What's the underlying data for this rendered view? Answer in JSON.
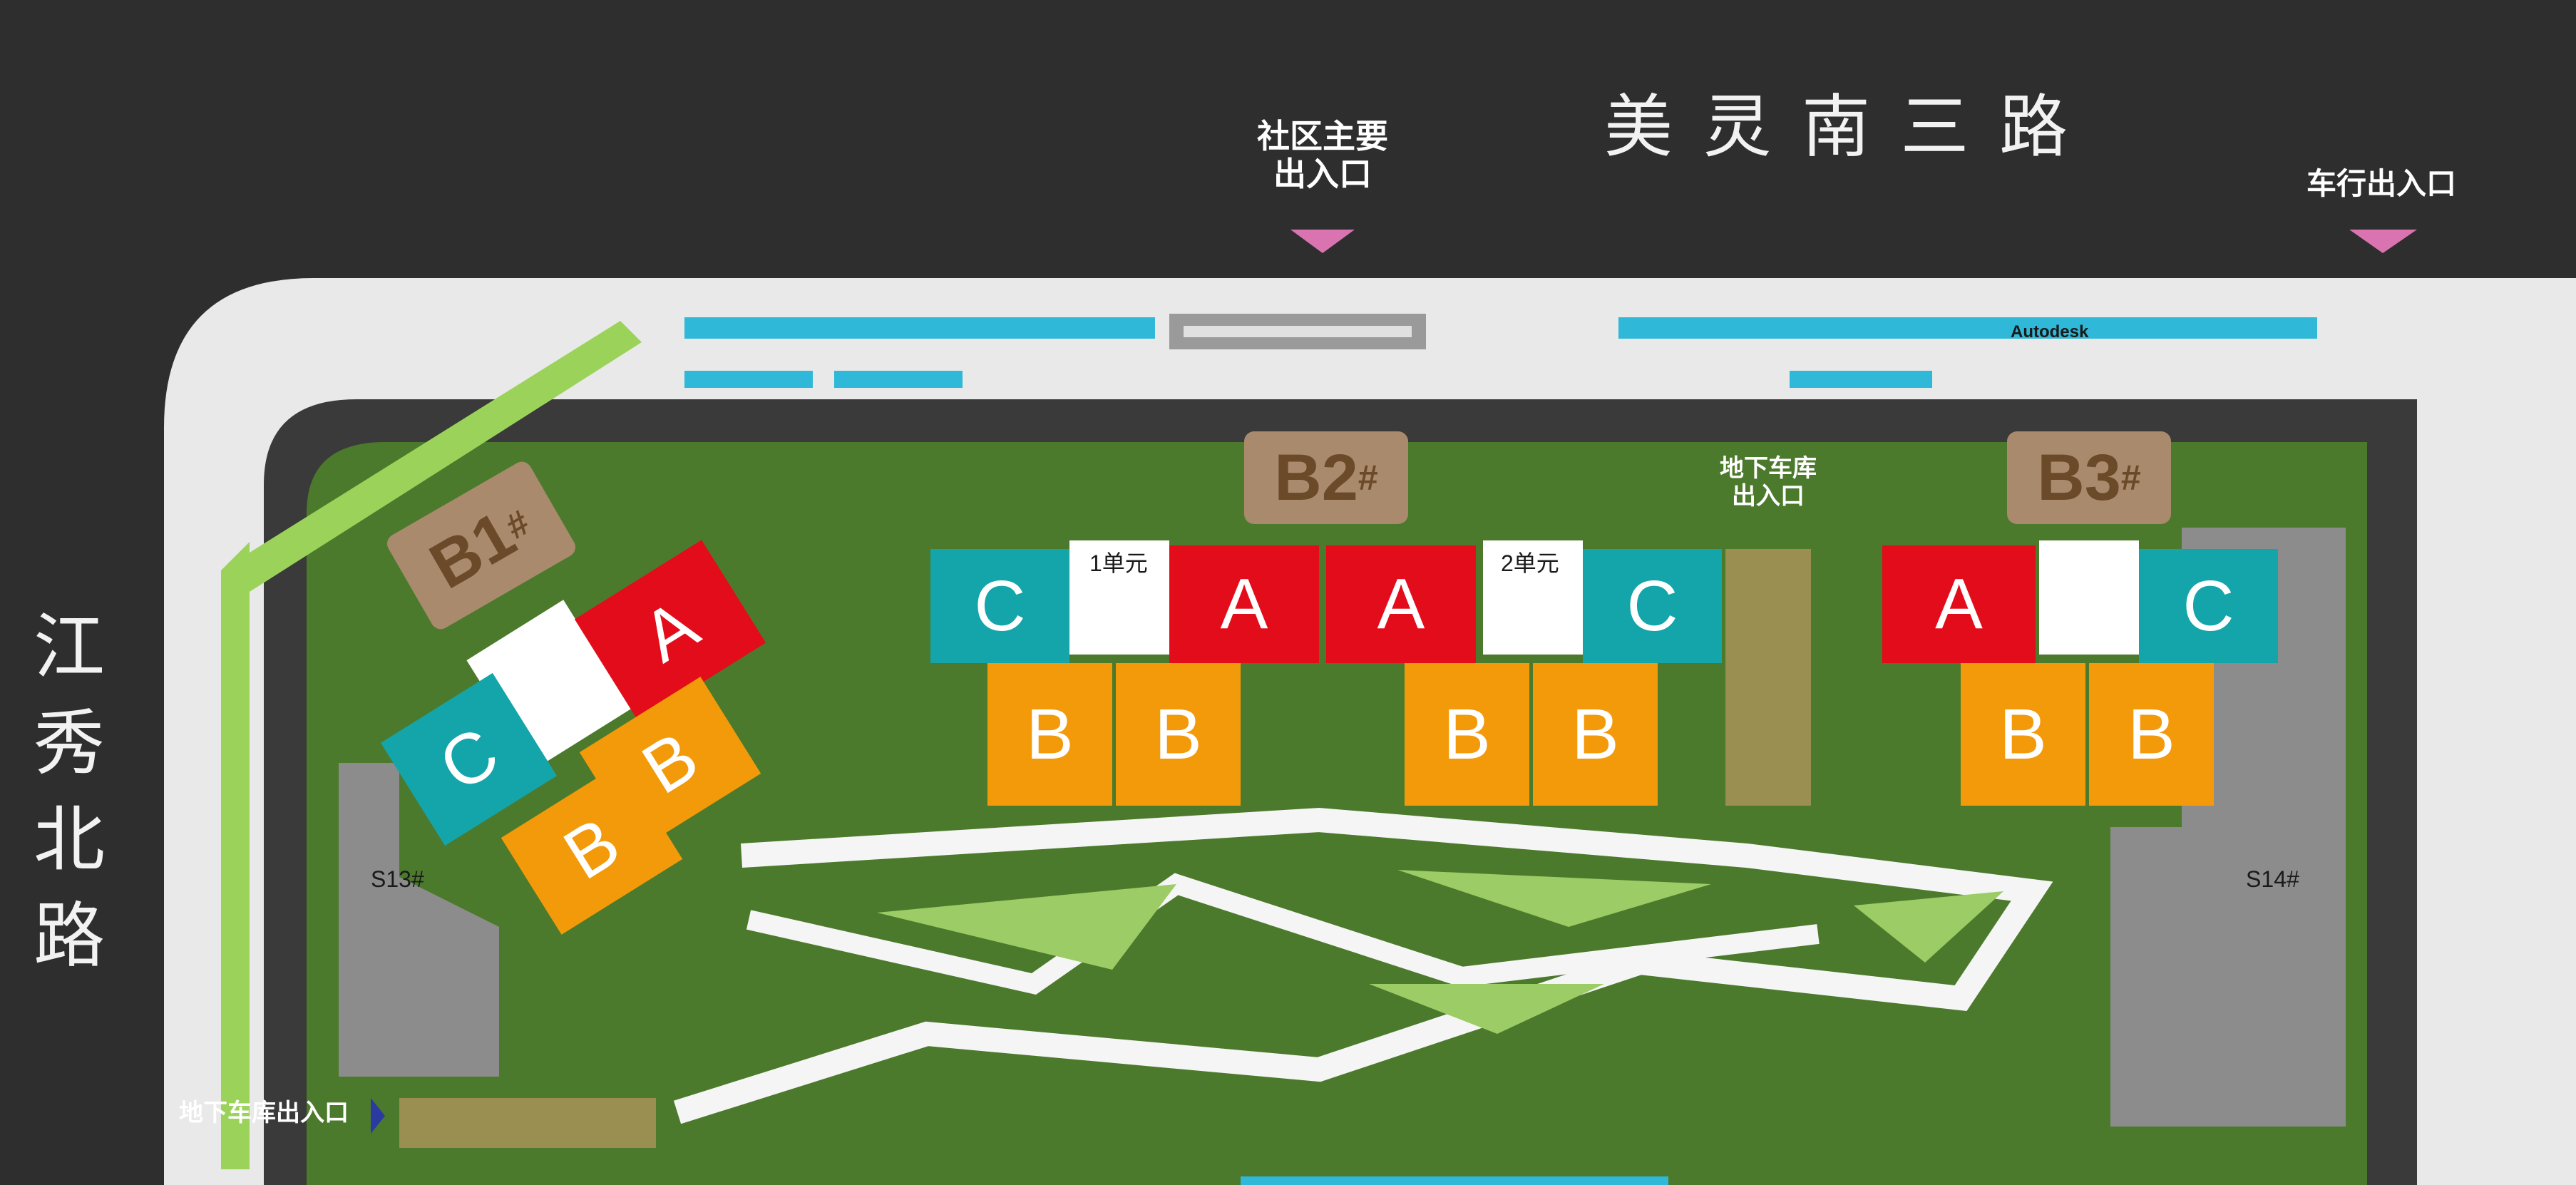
{
  "roads": {
    "north": "美 灵 南 三 路",
    "west": [
      "江",
      "秀",
      "北",
      "路"
    ]
  },
  "entrances": {
    "main": [
      "社区主要",
      "出入口"
    ],
    "vehicle": "车行出入口",
    "underground_north": [
      "地下车库",
      "出入口"
    ],
    "underground_south": "地下车库出入口"
  },
  "buildings": {
    "b1": "B1",
    "b2": "B2",
    "b3": "B3",
    "superscript": "#",
    "s13": "S13#",
    "s14": "S14#"
  },
  "units": {
    "a": "A",
    "b": "B",
    "c": "C",
    "unit1": "1单元",
    "unit2": "2单元"
  },
  "sign": "Autodesk",
  "colors": {
    "unit_a": "#e30c1a",
    "unit_b": "#f39a0b",
    "unit_c": "#13a5a9",
    "tag": "#a98a6c",
    "background": "#2e2e2e",
    "plaza": "#f2f2f2",
    "green": "#4c7a2c"
  }
}
